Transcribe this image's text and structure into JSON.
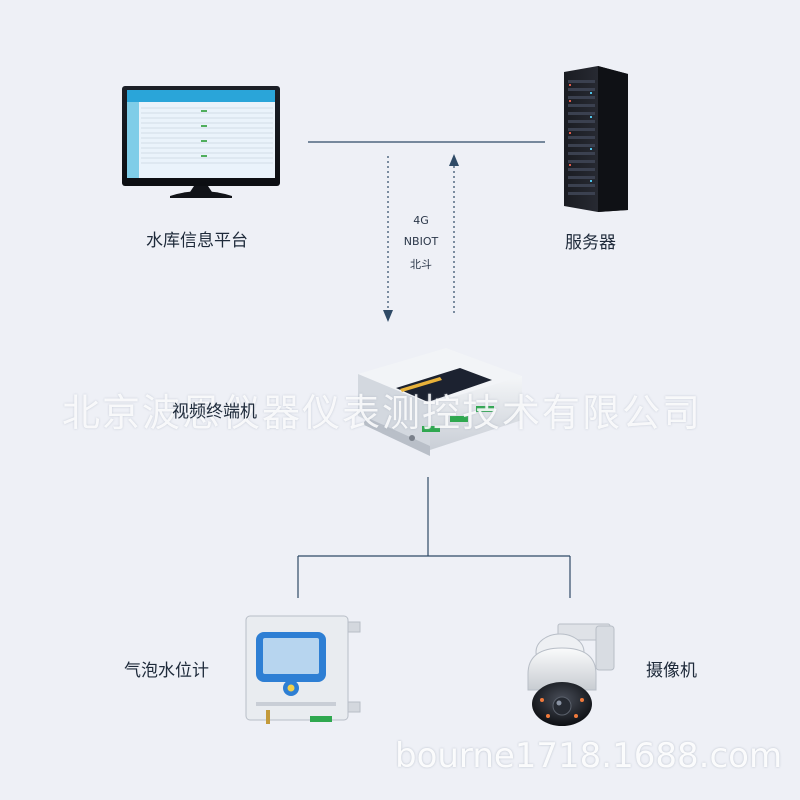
{
  "nodes": {
    "platform": {
      "label": "水库信息平台"
    },
    "server": {
      "label": "服务器"
    },
    "terminal": {
      "label": "视频终端机"
    },
    "bubble_gauge": {
      "label": "气泡水位计"
    },
    "camera": {
      "label": "摄像机"
    }
  },
  "link": {
    "protocols": [
      "4G",
      "NBIOT",
      "北斗"
    ]
  },
  "watermarks": {
    "company": "北京波恩仪器仪表测控技术有限公司",
    "site": "bourne1718.1688.com"
  },
  "colors": {
    "background": "#eef0f6",
    "line": "#2f4a66",
    "device_blue": "#3a8fe0",
    "terminal_green": "#2fa84f"
  }
}
